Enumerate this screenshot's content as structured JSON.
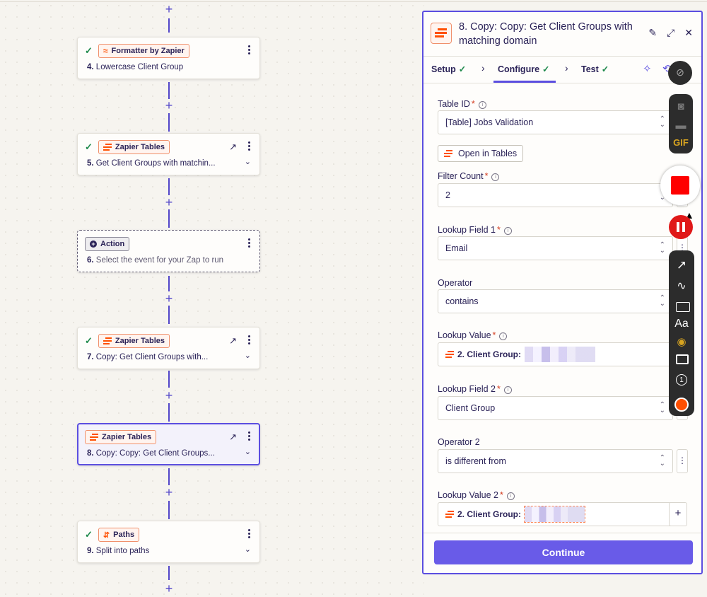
{
  "steps": [
    {
      "app": "Formatter by Zapier",
      "num": "4.",
      "title": "Lowercase Client Group",
      "checked": true
    },
    {
      "app": "Zapier Tables",
      "num": "5.",
      "title": "Get Client Groups with matchin...",
      "checked": true
    },
    {
      "app": "Action",
      "num": "6.",
      "title": "Select the event for your Zap to run",
      "checked": false
    },
    {
      "app": "Zapier Tables",
      "num": "7.",
      "title": "Copy: Get Client Groups with...",
      "checked": true
    },
    {
      "app": "Zapier Tables",
      "num": "8.",
      "title": "Copy: Copy: Get Client Groups...",
      "checked": false
    },
    {
      "app": "Paths",
      "num": "9.",
      "title": "Split into paths",
      "checked": true
    }
  ],
  "panel": {
    "num": "8.",
    "title": "Copy: Copy: Get Client Groups with matching domain",
    "tabs": [
      "Setup",
      "Configure",
      "Test"
    ],
    "fields": {
      "table_id": {
        "label": "Table ID",
        "value": "[Table] Jobs Validation"
      },
      "open_button": "Open in Tables",
      "filter_count": {
        "label": "Filter Count",
        "value": "2"
      },
      "lookup1": {
        "label": "Lookup Field 1",
        "value": "Email"
      },
      "operator": {
        "label": "Operator",
        "value": "contains"
      },
      "lookup_value": {
        "label": "Lookup Value",
        "value": "2. Client Group:"
      },
      "lookup2": {
        "label": "Lookup Field 2",
        "value": "Client Group"
      },
      "operator2": {
        "label": "Operator 2",
        "value": "is different from"
      },
      "lookup_value2": {
        "label": "Lookup Value 2",
        "value": "2. Client Group:"
      }
    },
    "continue": "Continue"
  },
  "recorder": {
    "gif_label": "GIF",
    "text_tool": "Aa",
    "step_tool": "1"
  },
  "colors": {
    "accent": "#5b4ee0",
    "brand_orange": "#ff4f00",
    "success": "#1f8a4c",
    "record_red": "#ff0000"
  }
}
